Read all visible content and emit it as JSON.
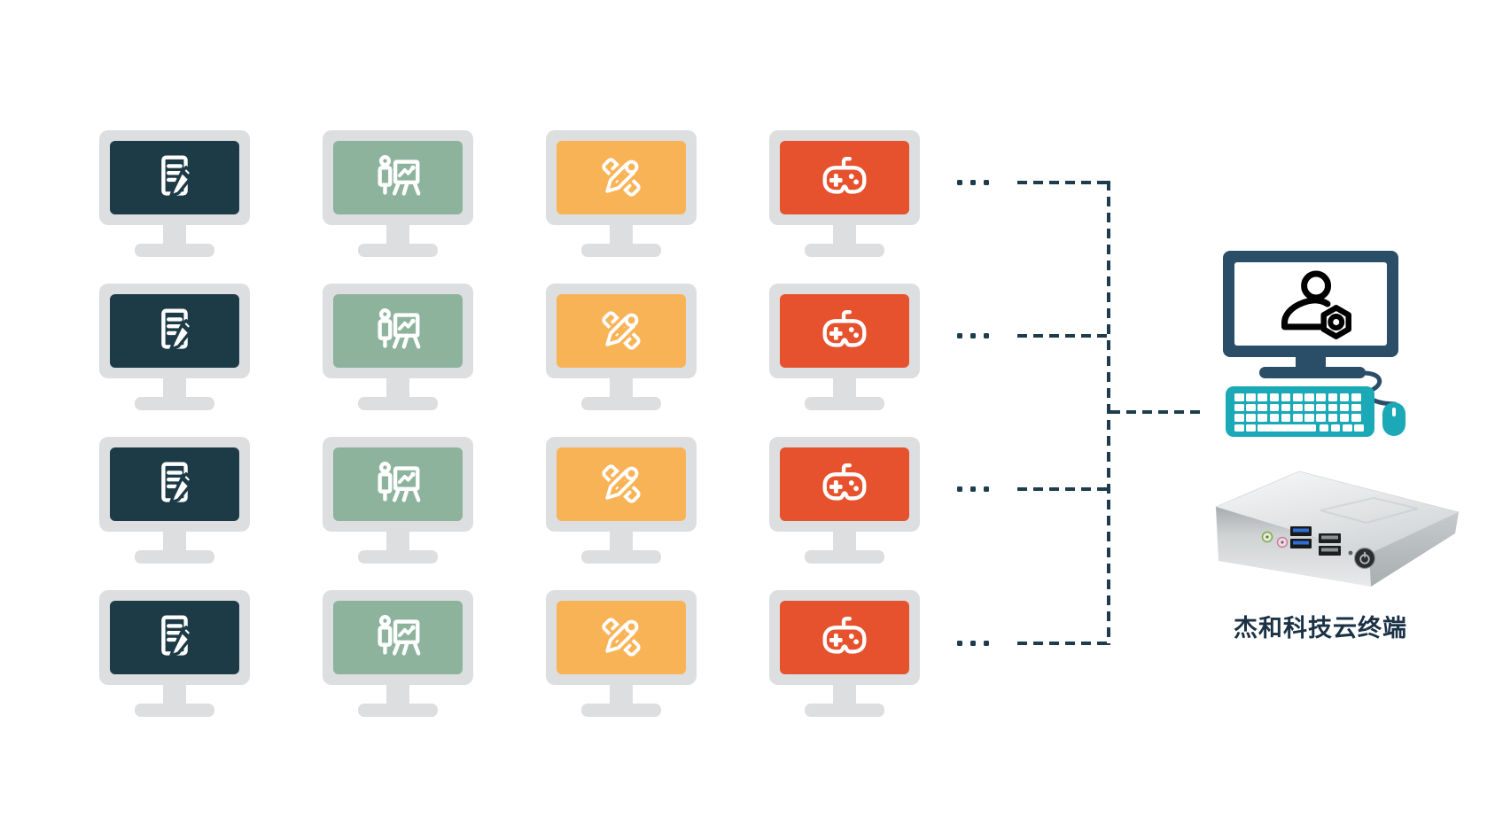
{
  "diagram": {
    "clients": {
      "rows": 4,
      "ellipsis": "...",
      "monitor_frame_color": "#dcdee0",
      "columns": [
        {
          "name": "document-edit",
          "icon": "icon-document-edit",
          "screen_color": "#1d3a47"
        },
        {
          "name": "presentation-chart",
          "icon": "icon-presentation-chart",
          "screen_color": "#8db39d"
        },
        {
          "name": "design-ruler-pencil",
          "icon": "icon-ruler-pencil",
          "screen_color": "#f9b357"
        },
        {
          "name": "game-controller",
          "icon": "icon-game-controller",
          "screen_color": "#e6512e"
        }
      ]
    },
    "connector": {
      "color": "#1d3d4d",
      "style": "dashed"
    },
    "admin_terminal": {
      "monitor_color": "#2b4e68",
      "peripheral_color": "#1ba9b8",
      "screen_icon": "user-gear-icon"
    },
    "device": {
      "caption": "杰和科技云终端",
      "caption_color": "#1b3246"
    }
  }
}
